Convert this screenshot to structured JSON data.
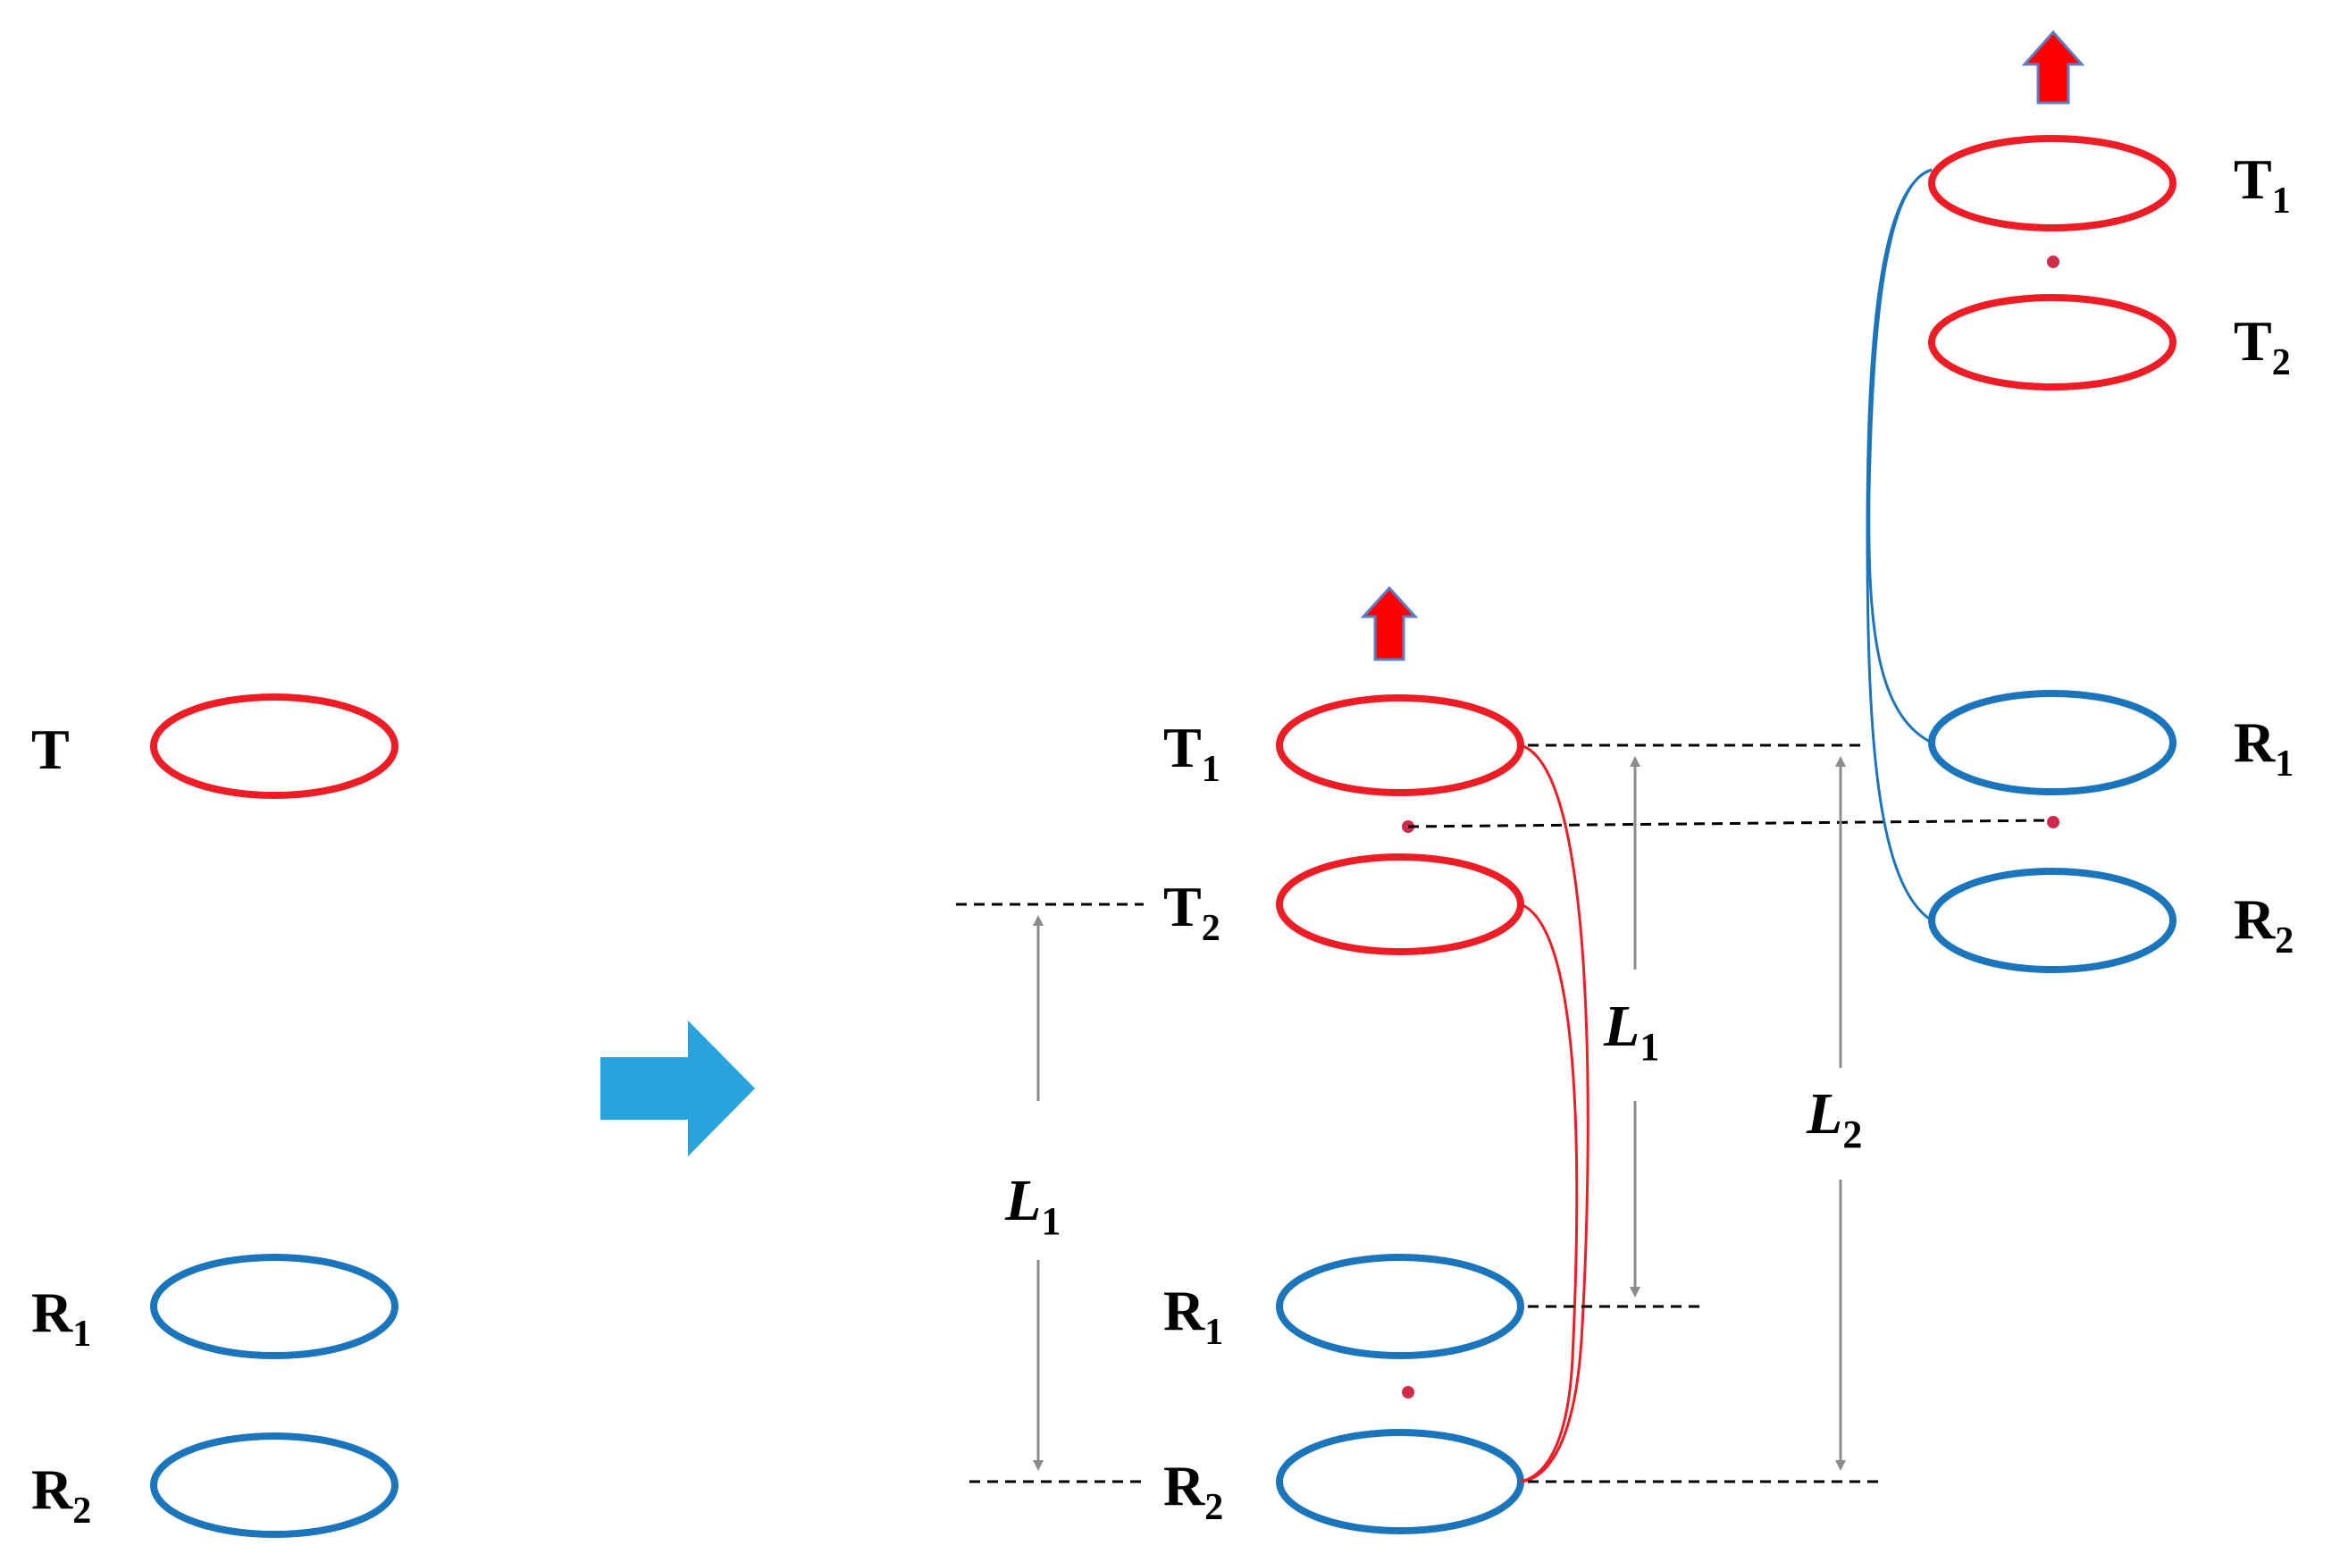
{
  "colors": {
    "transmitter": "#ee1c24",
    "receiver": "#1b75bc",
    "dashed": "#000000",
    "arrow_gray": "#8c8c8c",
    "move_arrow": "#29a3db",
    "up_arrow_fill": "#ff0000",
    "up_arrow_stroke": "#5b7fc4"
  },
  "left_panel": {
    "t_label": "T",
    "r1_label": "R",
    "r1_sub": "1",
    "r2_label": "R",
    "r2_sub": "2"
  },
  "middle_panel": {
    "t1_label": "T",
    "t1_sub": "1",
    "t2_label": "T",
    "t2_sub": "2",
    "r1_label": "R",
    "r1_sub": "1",
    "r2_label": "R",
    "r2_sub": "2",
    "dim_left_label": "L",
    "dim_left_sub": "1",
    "dim_mid_label": "L",
    "dim_mid_sub": "1",
    "dim_right_label": "L",
    "dim_right_sub": "2"
  },
  "right_panel": {
    "t1_label": "T",
    "t1_sub": "1",
    "t2_label": "T",
    "t2_sub": "2",
    "r1_label": "R",
    "r1_sub": "1",
    "r2_label": "R",
    "r2_sub": "2"
  },
  "icons": {
    "transition": "right-arrow-icon",
    "lift": "up-arrow-icon"
  }
}
